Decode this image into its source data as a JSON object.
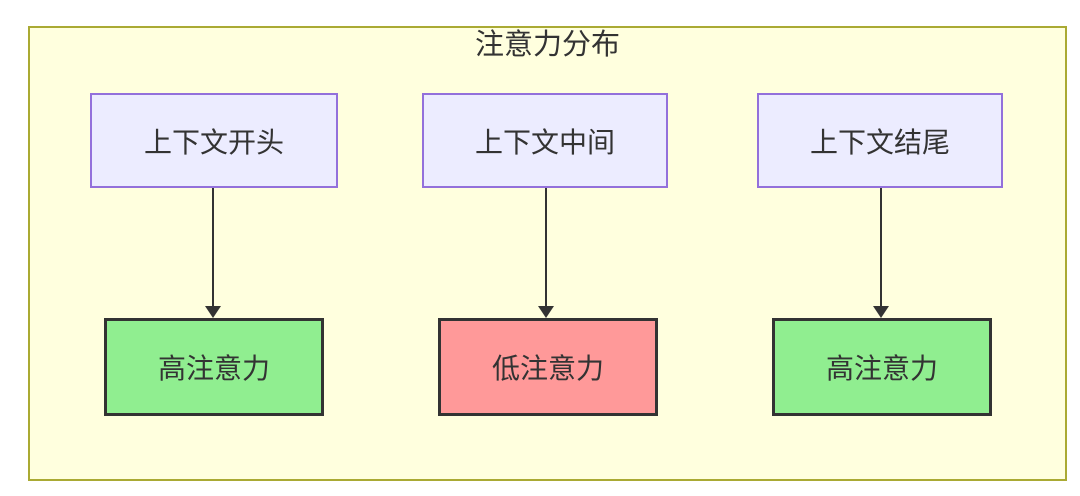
{
  "diagram": {
    "title": "注意力分布",
    "columns": [
      {
        "top": {
          "label": "上下文开头"
        },
        "bottom": {
          "label": "高注意力",
          "level": "high"
        }
      },
      {
        "top": {
          "label": "上下文中间"
        },
        "bottom": {
          "label": "低注意力",
          "level": "low"
        }
      },
      {
        "top": {
          "label": "上下文结尾"
        },
        "bottom": {
          "label": "高注意力",
          "level": "high"
        }
      }
    ],
    "colors": {
      "frame_bg": "#ffffde",
      "frame_border": "#aaaa33",
      "node_bg": "#ececff",
      "node_border": "#9370db",
      "high_bg": "#90ee90",
      "low_bg": "#ff9999",
      "result_border": "#333333",
      "arrow": "#333333",
      "text": "#333333"
    }
  }
}
